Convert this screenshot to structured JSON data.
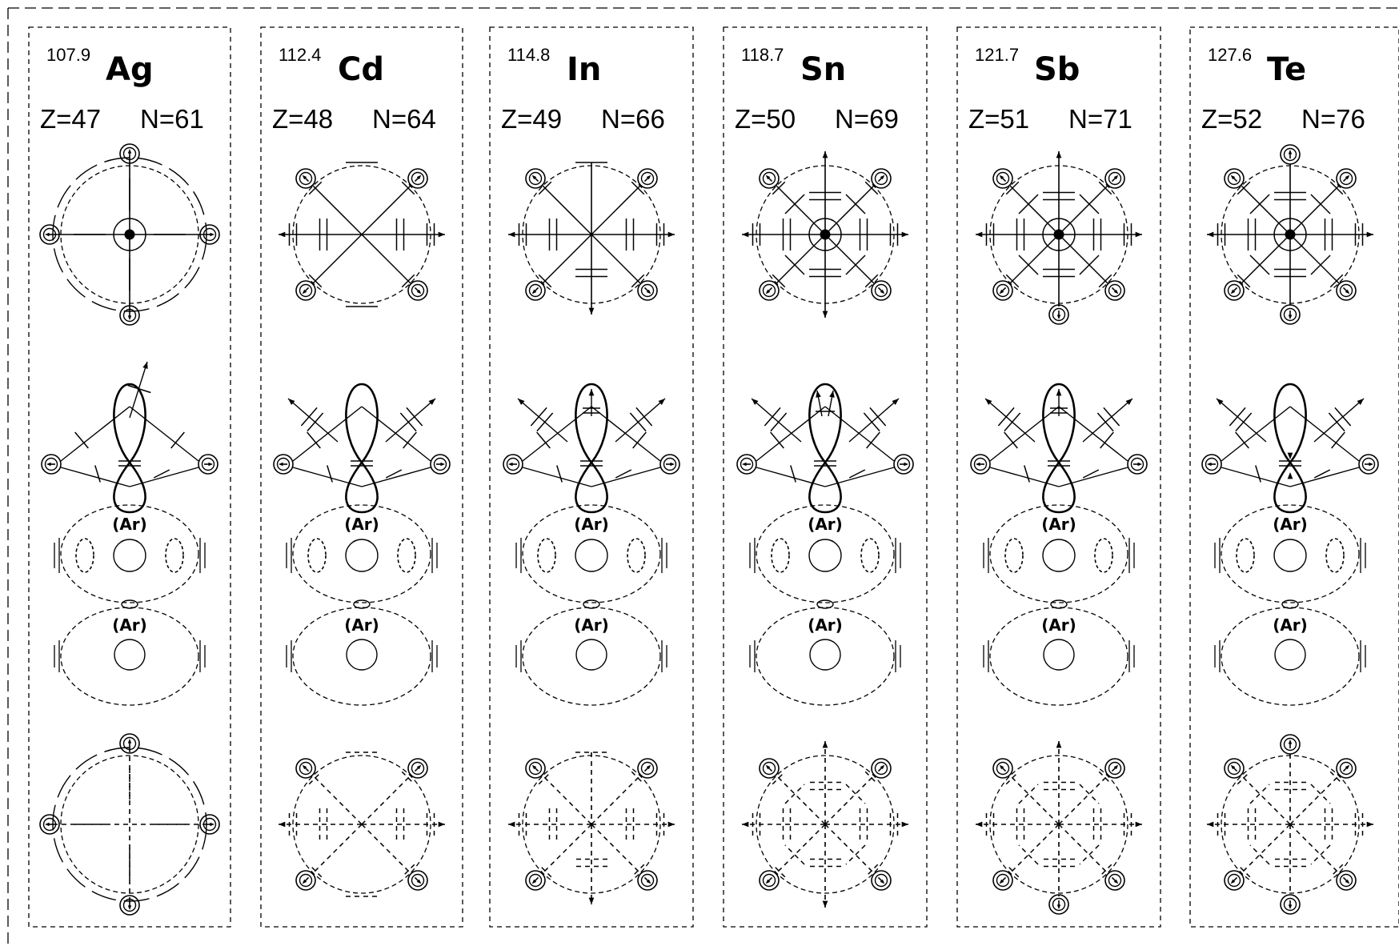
{
  "panels": [
    {
      "mass": "107.9",
      "symbol": "Ag",
      "z": "Z=47",
      "n": "N=61",
      "core_top": "(Ar)",
      "core_bottom": "(Ar)",
      "style": "ag"
    },
    {
      "mass": "112.4",
      "symbol": "Cd",
      "z": "Z=48",
      "n": "N=64",
      "core_top": "(Ar)",
      "core_bottom": "(Ar)",
      "style": "cd"
    },
    {
      "mass": "114.8",
      "symbol": "In",
      "z": "Z=49",
      "n": "N=66",
      "core_top": "(Ar)",
      "core_bottom": "(Ar)",
      "style": "in"
    },
    {
      "mass": "118.7",
      "symbol": "Sn",
      "z": "Z=50",
      "n": "N=69",
      "core_top": "(Ar)",
      "core_bottom": "(Ar)",
      "style": "sn"
    },
    {
      "mass": "121.7",
      "symbol": "Sb",
      "z": "Z=51",
      "n": "N=71",
      "core_top": "(Ar)",
      "core_bottom": "(Ar)",
      "style": "sb"
    },
    {
      "mass": "127.6",
      "symbol": "Te",
      "z": "Z=52",
      "n": "N=76",
      "core_top": "(Ar)",
      "core_bottom": "(Ar)",
      "style": "te"
    }
  ],
  "colors": {
    "ink": "#000000",
    "paper": "#ffffff"
  }
}
